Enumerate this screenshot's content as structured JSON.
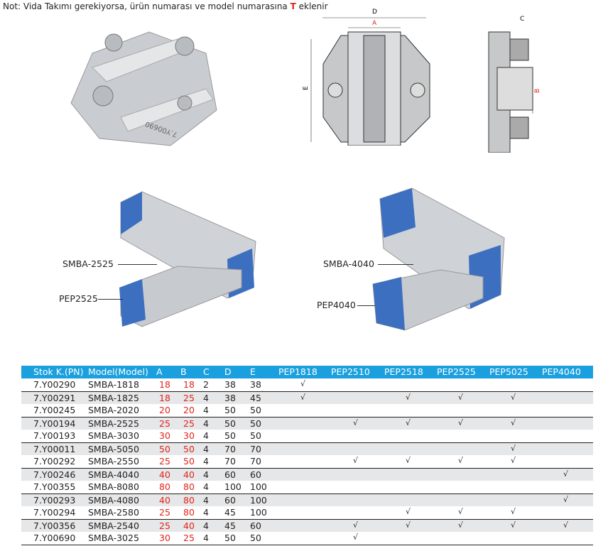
{
  "note": {
    "text": "Not: Vida Takımı gerekiyorsa, ürün numarası ve model numarasına ",
    "highlight": "T",
    "suffix": " eklenir"
  },
  "drawing": {
    "dim_d": "D",
    "dim_a": "A",
    "dim_e": "E",
    "dim_b": "B",
    "dim_c": "C",
    "part_marking": "7.Y00690"
  },
  "photos": {
    "left_connector": "SMBA-2525",
    "left_profile": "PEP2525",
    "right_connector": "SMBA-4040",
    "right_profile": "PEP4040"
  },
  "table": {
    "headers": [
      "Stok K.(PN)",
      "Model(Model)",
      "A",
      "B",
      "C",
      "D",
      "E",
      "PEP1818",
      "PEP2510",
      "PEP2518",
      "PEP2525",
      "PEP5025",
      "PEP4040"
    ],
    "check": "√",
    "rows": [
      {
        "pn": "7.Y00290",
        "model": "SMBA-1818",
        "a": "18",
        "b": "18",
        "c": "2",
        "d": "38",
        "e": "38",
        "fits": [
          1,
          0,
          0,
          0,
          0,
          0
        ]
      },
      {
        "pn": "7.Y00291",
        "model": "SMBA-1825",
        "a": "18",
        "b": "25",
        "c": "4",
        "d": "38",
        "e": "45",
        "fits": [
          1,
          0,
          1,
          1,
          1,
          0
        ]
      },
      {
        "pn": "7.Y00245",
        "model": "SMBA-2020",
        "a": "20",
        "b": "20",
        "c": "4",
        "d": "50",
        "e": "50",
        "fits": [
          0,
          0,
          0,
          0,
          0,
          0
        ]
      },
      {
        "pn": "7.Y00194",
        "model": "SMBA-2525",
        "a": "25",
        "b": "25",
        "c": "4",
        "d": "50",
        "e": "50",
        "fits": [
          0,
          1,
          1,
          1,
          1,
          0
        ]
      },
      {
        "pn": "7.Y00193",
        "model": "SMBA-3030",
        "a": "30",
        "b": "30",
        "c": "4",
        "d": "50",
        "e": "50",
        "fits": [
          0,
          0,
          0,
          0,
          0,
          0
        ]
      },
      {
        "pn": "7.Y00011",
        "model": "SMBA-5050",
        "a": "50",
        "b": "50",
        "c": "4",
        "d": "70",
        "e": "70",
        "fits": [
          0,
          0,
          0,
          0,
          1,
          0
        ]
      },
      {
        "pn": "7.Y00292",
        "model": "SMBA-2550",
        "a": "25",
        "b": "50",
        "c": "4",
        "d": "70",
        "e": "70",
        "fits": [
          0,
          1,
          1,
          1,
          1,
          0
        ]
      },
      {
        "pn": "7.Y00246",
        "model": "SMBA-4040",
        "a": "40",
        "b": "40",
        "c": "4",
        "d": "60",
        "e": "60",
        "fits": [
          0,
          0,
          0,
          0,
          0,
          1
        ]
      },
      {
        "pn": "7.Y00355",
        "model": "SMBA-8080",
        "a": "80",
        "b": "80",
        "c": "4",
        "d": "100",
        "e": "100",
        "fits": [
          0,
          0,
          0,
          0,
          0,
          0
        ]
      },
      {
        "pn": "7.Y00293",
        "model": "SMBA-4080",
        "a": "40",
        "b": "80",
        "c": "4",
        "d": "60",
        "e": "100",
        "fits": [
          0,
          0,
          0,
          0,
          0,
          1
        ]
      },
      {
        "pn": "7.Y00294",
        "model": "SMBA-2580",
        "a": "25",
        "b": "80",
        "c": "4",
        "d": "45",
        "e": "100",
        "fits": [
          0,
          0,
          1,
          1,
          1,
          0
        ]
      },
      {
        "pn": "7.Y00356",
        "model": "SMBA-2540",
        "a": "25",
        "b": "40",
        "c": "4",
        "d": "45",
        "e": "60",
        "fits": [
          0,
          1,
          1,
          1,
          1,
          1
        ]
      },
      {
        "pn": "7.Y00690",
        "model": "SMBA-3025",
        "a": "30",
        "b": "25",
        "c": "4",
        "d": "50",
        "e": "50",
        "fits": [
          0,
          1,
          0,
          0,
          0,
          0
        ]
      }
    ]
  }
}
